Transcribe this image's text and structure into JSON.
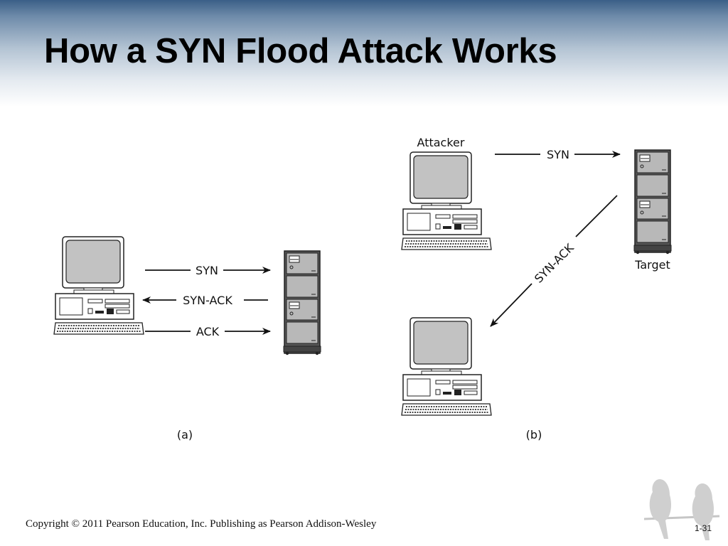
{
  "slide": {
    "title": "How a SYN Flood Attack Works"
  },
  "diagram_a": {
    "messages": [
      "SYN",
      "SYN-ACK",
      "ACK"
    ],
    "caption": "(a)"
  },
  "diagram_b": {
    "attacker_label": "Attacker",
    "target_label": "Target",
    "syn_label": "SYN",
    "synack_label": "SYN-ACK",
    "caption": "(b)"
  },
  "footer": {
    "copyright": "Copyright © 2011 Pearson Education, Inc. Publishing as Pearson Addison-Wesley",
    "page_number": "1-31"
  }
}
